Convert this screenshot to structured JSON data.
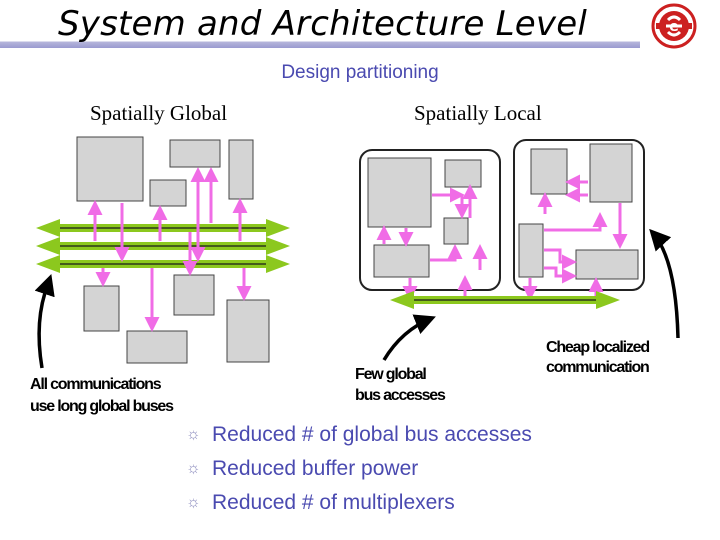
{
  "title": "System and Architecture Level",
  "subtitle": "Design partitioning",
  "columns": {
    "global": "Spatially Global",
    "local": "Spatially Local"
  },
  "annotations": {
    "all_comm_line1": "All communications",
    "all_comm_line2": "use long global buses",
    "few_global_line1": "Few global",
    "few_global_line2": "bus accesses",
    "cheap_local_line1": "Cheap localized",
    "cheap_local_line2": "communication"
  },
  "bullets": [
    "Reduced # of global bus accesses",
    "Reduced buffer power",
    "Reduced # of multiplexers"
  ],
  "bullet_symbol": "☼",
  "colors": {
    "bus": "#8cc81e",
    "arrow": "#f06ce6",
    "block": "#d4d4d4",
    "accent": "#4a4ab0",
    "logo": "#cc2020"
  },
  "icons": [
    "university-logo-icon",
    "sun-bullet-icon"
  ]
}
